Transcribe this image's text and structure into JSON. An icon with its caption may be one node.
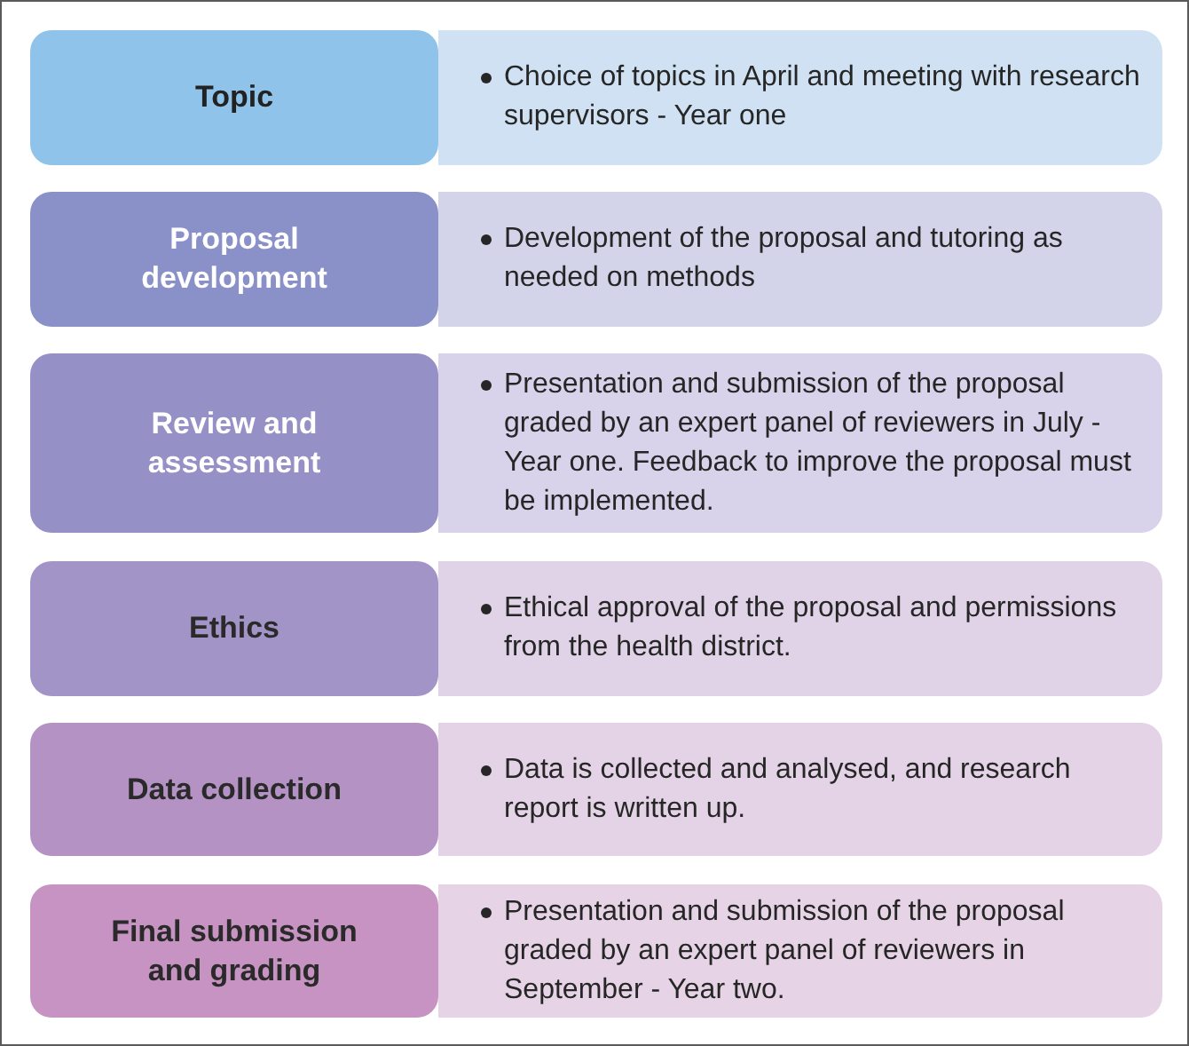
{
  "diagram": {
    "nodes": [
      {
        "text": [
          "Topic"
        ]
      },
      {
        "text": [
          "Choice of topics in April and meeting with research supervisors - Year one"
        ]
      },
      {
        "text": [
          "Proposal development"
        ]
      },
      {
        "text": [
          "Development of the proposal and tutoring as needed on methods"
        ]
      },
      {
        "text": [
          "Review and assessment"
        ]
      },
      {
        "text": [
          "Presentation and submission of the proposal graded by an expert panel of reviewers in July - Year one. Feedback to improve the proposal must be implemented."
        ]
      },
      {
        "text": [
          "Ethics"
        ]
      },
      {
        "text": [
          "Ethical approval of the proposal and permissions from the health district."
        ]
      },
      {
        "text": [
          "Data collection"
        ]
      },
      {
        "text": [
          "Data is collected and analysed, and research report is written up."
        ]
      },
      {
        "text": [
          "Final submission and grading"
        ]
      },
      {
        "text": [
          "Presentation and submission of the proposal graded by an expert panel of reviewers in September - Year two."
        ]
      }
    ]
  }
}
